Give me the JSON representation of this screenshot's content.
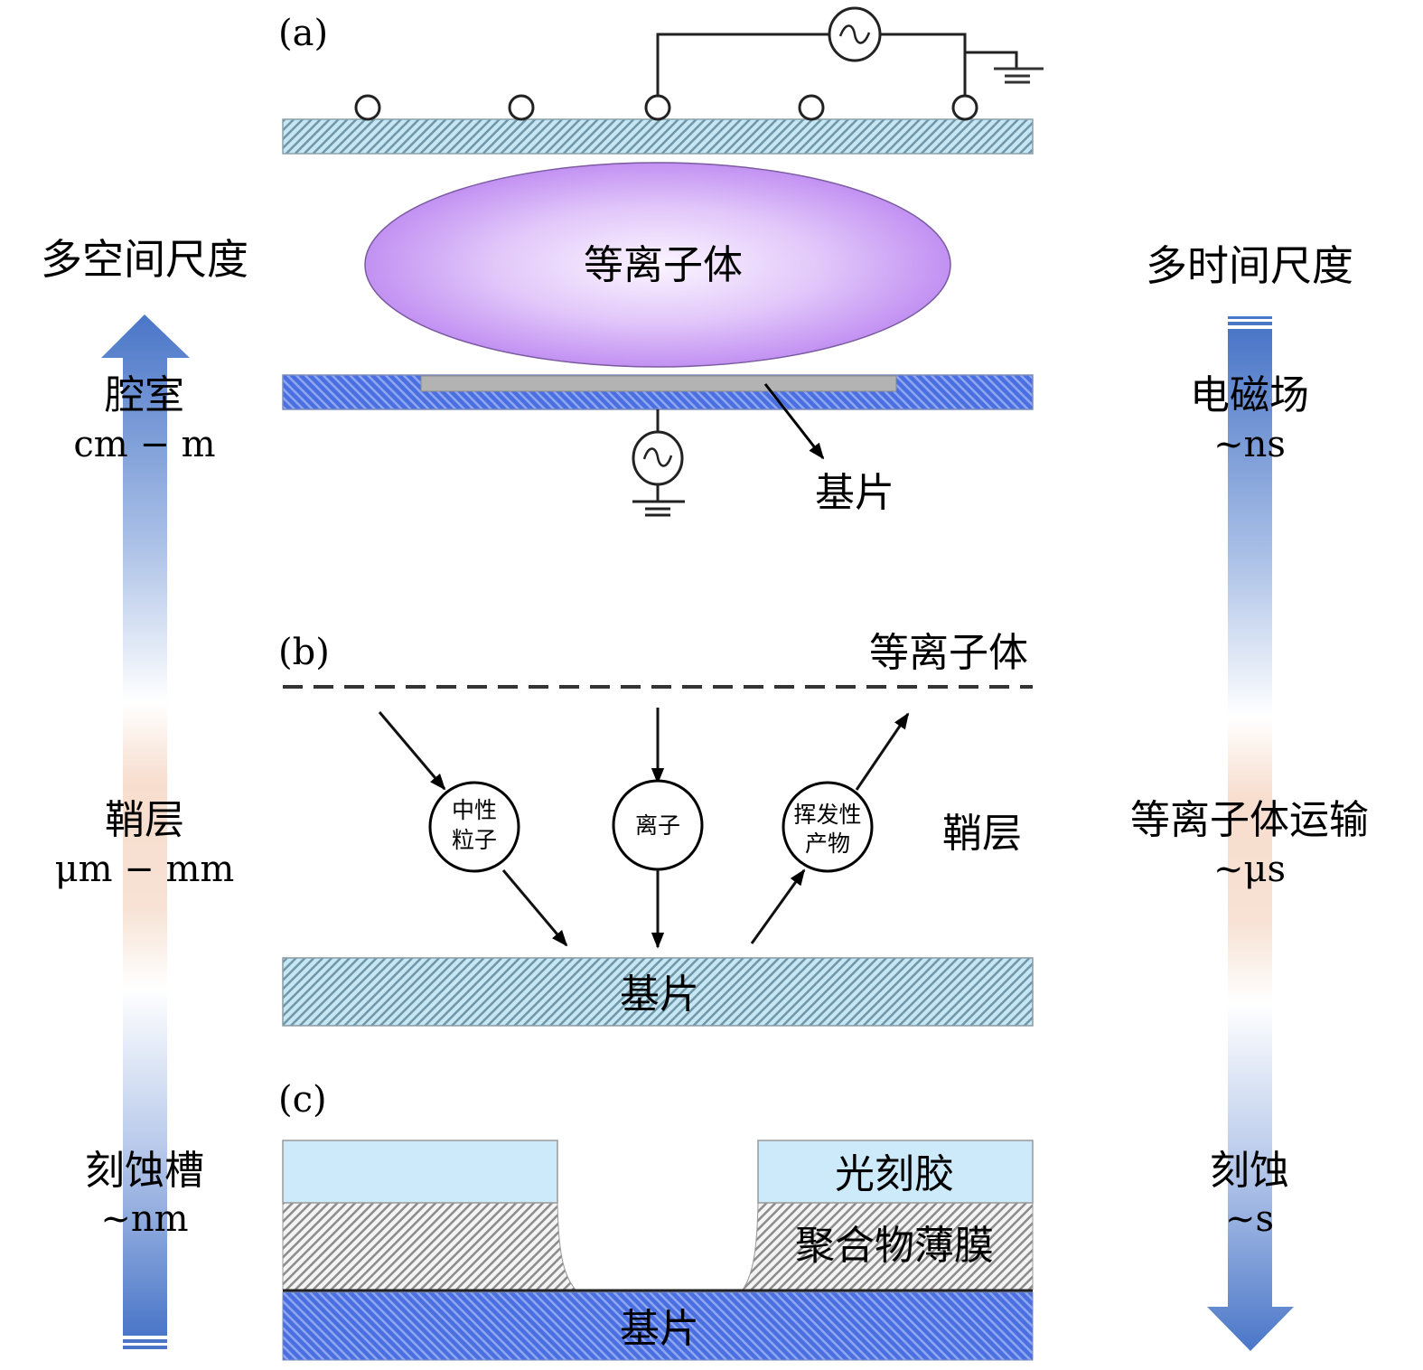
{
  "left_axis": {
    "title": "多空间尺度",
    "direction": "up",
    "levels": [
      {
        "name": "腔室",
        "range": "cm − m"
      },
      {
        "name": "鞘层",
        "range": "μm − mm"
      },
      {
        "name": "刻蚀槽",
        "range": "~nm"
      }
    ]
  },
  "right_axis": {
    "title": "多时间尺度",
    "direction": "down",
    "levels": [
      {
        "name": "电磁场",
        "range": "~ns"
      },
      {
        "name": "等离子体运输",
        "range": "~μs"
      },
      {
        "name": "刻蚀",
        "range": "~s"
      }
    ]
  },
  "panel_a": {
    "label": "(a)",
    "plasma_label": "等离子体",
    "substrate_label": "基片",
    "coil_count": 5
  },
  "panel_b": {
    "label": "(b)",
    "plasma_label": "等离子体",
    "sheath_label": "鞘层",
    "substrate_label": "基片",
    "particles": [
      {
        "lines": [
          "中性",
          "粒子"
        ],
        "motion": "incoming-diagonal"
      },
      {
        "lines": [
          "离子"
        ],
        "motion": "incoming-vertical"
      },
      {
        "lines": [
          "挥发性",
          "产物"
        ],
        "motion": "outgoing-diagonal"
      }
    ]
  },
  "panel_c": {
    "label": "(c)",
    "photoresist_label": "光刻胶",
    "film_label": "聚合物薄膜",
    "substrate_label": "基片"
  },
  "colors": {
    "arrow_blue": "#4a76c8",
    "arrow_light": "#c6d4ee",
    "arrow_peach": "#f6d8c6",
    "plasma_purple": "#c79af4",
    "plasma_center": "#f7eefe",
    "hatch_lightblue": "#bfe0ef",
    "hatch_blue": "#4466dd",
    "photoresist": "#cdeafa",
    "film_gray": "#d8d8d8",
    "wafer_gray": "#b3b3b3"
  }
}
